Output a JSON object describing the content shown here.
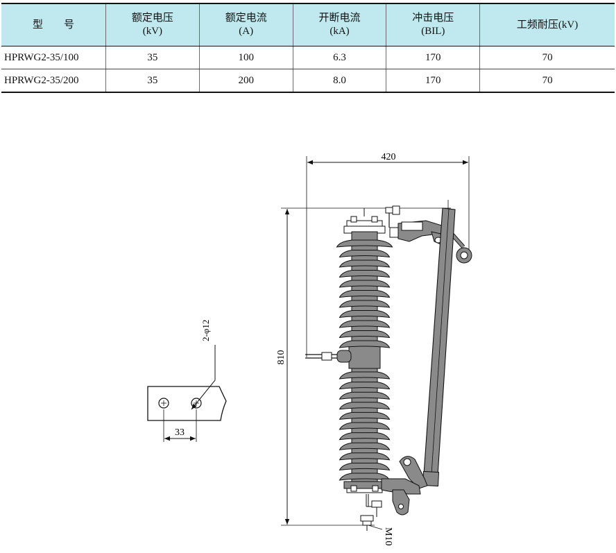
{
  "table": {
    "headers": [
      {
        "label": "型　　号",
        "unit": ""
      },
      {
        "label": "额定电压",
        "unit": "(kV)"
      },
      {
        "label": "额定电流",
        "unit": "(A)"
      },
      {
        "label": "开断电流",
        "unit": "(kA)"
      },
      {
        "label": "冲击电压",
        "unit": "(BIL)"
      },
      {
        "label": "工频耐压(kV)",
        "unit": ""
      }
    ],
    "rows": [
      [
        "HPRWG2-35/100",
        "35",
        "100",
        "6.3",
        "170",
        "70"
      ],
      [
        "HPRWG2-35/200",
        "35",
        "200",
        "8.0",
        "170",
        "70"
      ]
    ]
  },
  "drawing": {
    "width_dim": "420",
    "height_dim": "810",
    "hole_spec": "2-φ12",
    "hole_spacing": "33",
    "thread_label": "M10"
  },
  "colors": {
    "header_bg": "#bfe9ee",
    "porcelain": "#8a8a8a",
    "line": "#111111"
  }
}
